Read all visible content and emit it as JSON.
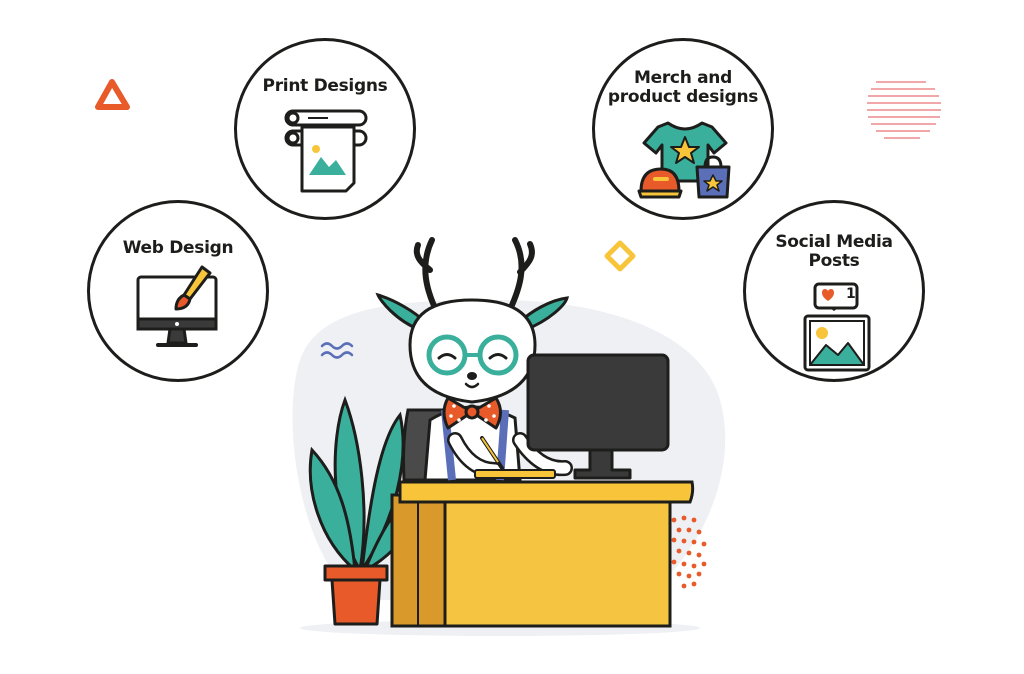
{
  "bubbles": {
    "print": {
      "title": "Print Designs"
    },
    "merch": {
      "title_line1": "Merch and",
      "title_line2": "product designs"
    },
    "web": {
      "title": "Web Design"
    },
    "social": {
      "title_line1": "Social Media",
      "title_line2": "Posts",
      "like_count": "1"
    }
  },
  "colors": {
    "outline": "#1d1d1b",
    "teal": "#3aaf9c",
    "yellow": "#f8c53a",
    "orange": "#e85a2a",
    "red": "#d94a3a",
    "desk": "#f5c542",
    "desk_side": "#d99a2b",
    "monitor": "#3a3a3a",
    "blob": "#eef0f4"
  },
  "icons": [
    "print-icon",
    "tshirt-icon",
    "cap-icon",
    "bag-icon",
    "monitor-brush-icon",
    "heart-icon",
    "image-post-icon"
  ]
}
